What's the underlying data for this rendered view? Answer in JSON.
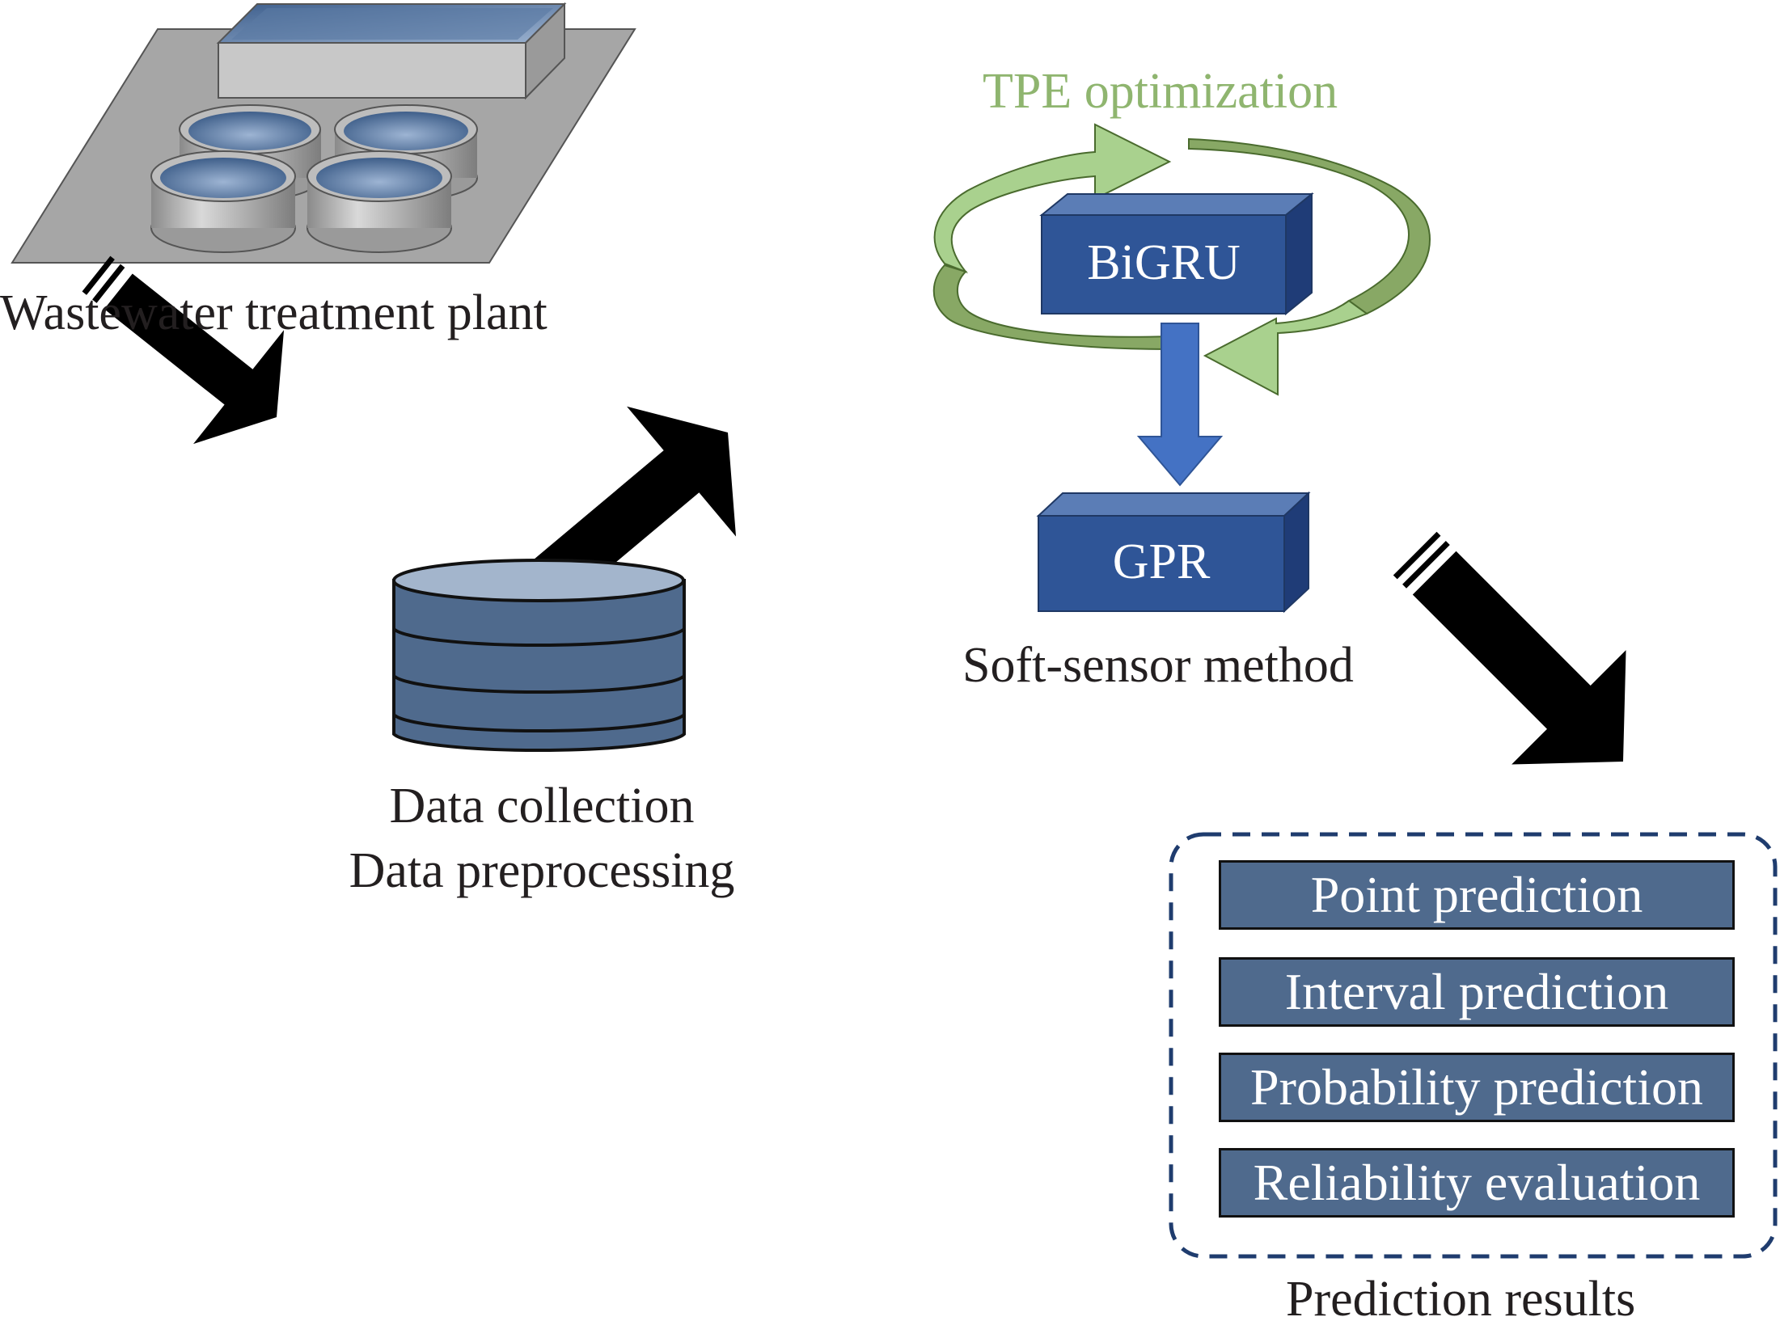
{
  "plant": {
    "label": "Wastewater treatment plant"
  },
  "database": {
    "line1": "Data collection",
    "line2": "Data preprocessing"
  },
  "softsensor": {
    "optimizer_label": "TPE optimization",
    "model_top": "BiGRU",
    "model_bottom": "GPR",
    "caption": "Soft-sensor method"
  },
  "results": {
    "caption": "Prediction results",
    "items": [
      "Point prediction",
      "Interval prediction",
      "Probability prediction",
      "Reliability evaluation"
    ]
  },
  "colors": {
    "optimizer_green": "#8fb56f",
    "block_blue": "#2f5597",
    "database_blue": "#4f6a8d",
    "result_box": "#4f6a8d",
    "dashed_border": "#1f3c6e"
  }
}
